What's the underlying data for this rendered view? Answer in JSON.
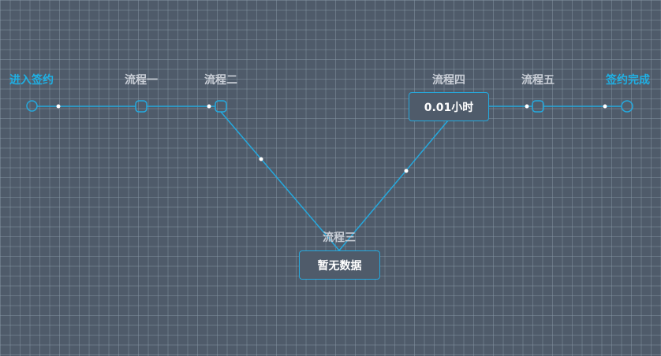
{
  "colors": {
    "background": "#4f5b6a",
    "line": "#25a9de",
    "accent_text": "#1fb0e4",
    "label_text": "#c9ced6"
  },
  "nodes": {
    "start": {
      "label": "进入签约"
    },
    "step1": {
      "label": "流程一"
    },
    "step2": {
      "label": "流程二"
    },
    "step3": {
      "label": "流程三",
      "value": "暂无数据"
    },
    "step4": {
      "label": "流程四",
      "value": "0.01小时"
    },
    "step5": {
      "label": "流程五"
    },
    "end": {
      "label": "签约完成"
    }
  }
}
